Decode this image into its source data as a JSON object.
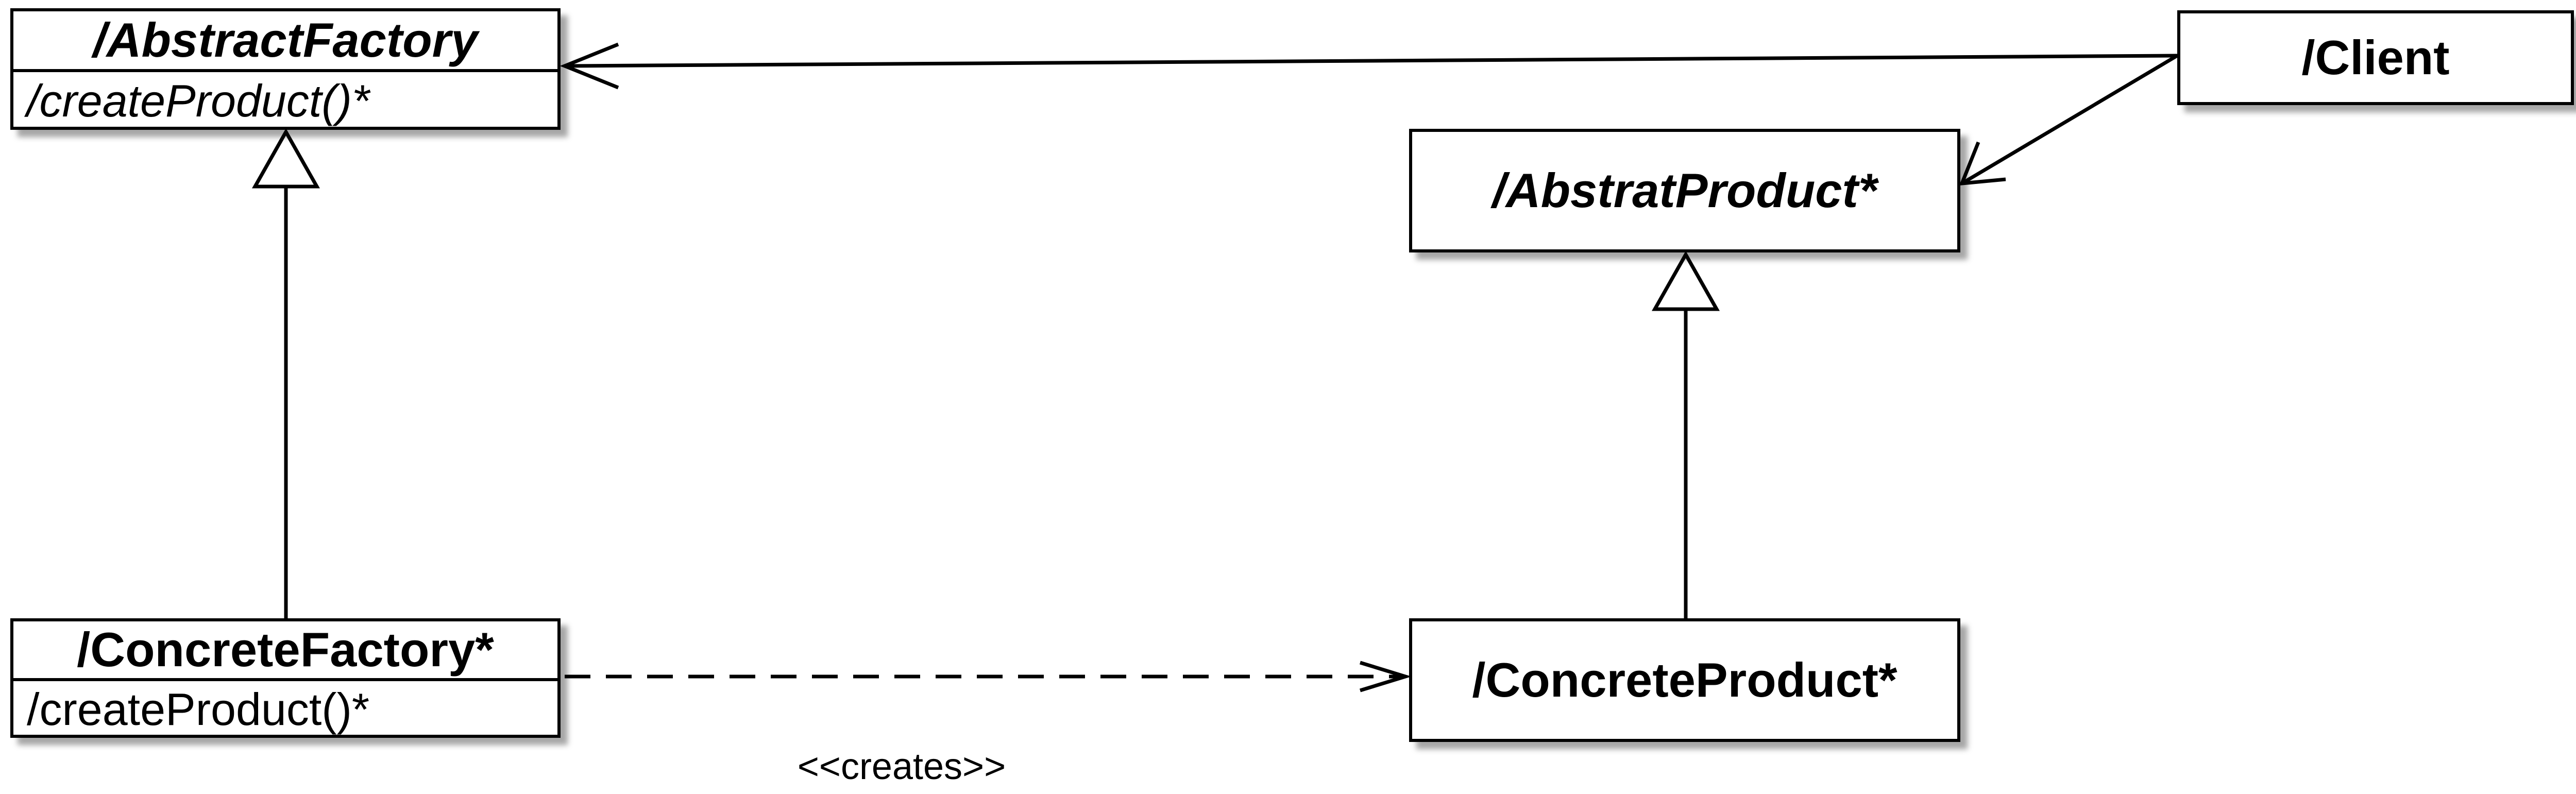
{
  "abstract_factory": {
    "name": "/AbstractFactory",
    "operation": "/createProduct()*"
  },
  "concrete_factory": {
    "name": "/ConcreteFactory*",
    "operation": "/createProduct()*"
  },
  "client": {
    "name": "/Client"
  },
  "abstract_product": {
    "name": "/AbstratProduct*"
  },
  "concrete_product": {
    "name": "/ConcreteProduct*"
  },
  "relations": {
    "creates_label": "<<creates>>"
  },
  "colors": {
    "line": "#000000",
    "background": "#ffffff"
  }
}
